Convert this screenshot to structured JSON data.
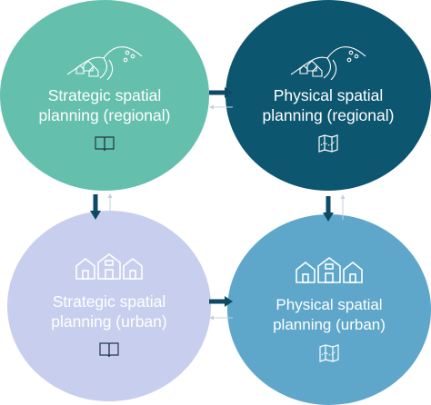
{
  "nodes": {
    "strategic_regional": {
      "line1": "Strategic spatial",
      "line2": "planning (regional)",
      "icon": "book-icon"
    },
    "physical_regional": {
      "line1": "Physical spatial",
      "line2": "planning (regional)",
      "icon": "map-icon"
    },
    "strategic_urban": {
      "line1": "Strategic spatial",
      "line2": "planning (urban)",
      "icon": "book-icon"
    },
    "physical_urban": {
      "line1": "Physical spatial",
      "line2": "planning (urban)",
      "icon": "map-icon"
    }
  },
  "colors": {
    "strategic_regional": "#65bfad",
    "physical_regional": "#0d5670",
    "strategic_urban": "#c8cfee",
    "physical_urban": "#5ea7cb",
    "arrow_dark": "#0d4a63",
    "arrow_light": "#c5d2dc"
  },
  "edges": [
    {
      "from": "strategic_regional",
      "to": "physical_regional",
      "style": "bold"
    },
    {
      "from": "physical_regional",
      "to": "strategic_regional",
      "style": "thin"
    },
    {
      "from": "strategic_regional",
      "to": "strategic_urban",
      "style": "bold"
    },
    {
      "from": "strategic_urban",
      "to": "strategic_regional",
      "style": "thin"
    },
    {
      "from": "physical_regional",
      "to": "physical_urban",
      "style": "bold"
    },
    {
      "from": "physical_urban",
      "to": "physical_regional",
      "style": "thin"
    },
    {
      "from": "strategic_urban",
      "to": "physical_urban",
      "style": "bold"
    },
    {
      "from": "physical_urban",
      "to": "strategic_urban",
      "style": "thin"
    }
  ]
}
